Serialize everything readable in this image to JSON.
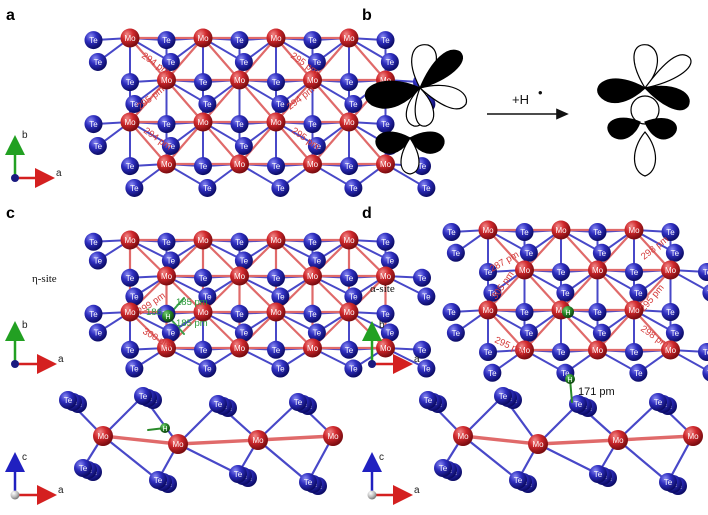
{
  "panels": {
    "a": "a",
    "b": "b",
    "c": "c",
    "d": "d"
  },
  "atoms": {
    "te": "Te",
    "mo": "Mo",
    "h": "H"
  },
  "axes": {
    "a": "a",
    "b": "b",
    "c": "c"
  },
  "panel_a": {
    "distances": [
      "294 pm",
      "295 pm",
      "294 pm",
      "295 pm",
      "294 pm",
      "295 pm"
    ]
  },
  "panel_b": {
    "reaction": "+H",
    "radical": "•"
  },
  "panel_c": {
    "site": "η-site",
    "distances_red": [
      "299 pm",
      "300 pm"
    ],
    "distances_green": [
      "185 pm",
      "185 pm",
      "186"
    ]
  },
  "panel_d": {
    "site": "α-site",
    "distances_red": [
      "287 pm",
      "305 pm",
      "295 pm",
      "298 pm",
      "295 pm",
      "298 pm"
    ],
    "distance_h": "171 pm"
  },
  "colors": {
    "mo": "#c8262a",
    "te": "#2a2ab4",
    "h": "#1f7a2a",
    "bond_red": "#e06a6a",
    "bond_blue": "#4848c8",
    "axis_a": "#d42020",
    "axis_b": "#22a022",
    "axis_c": "#2020c0"
  }
}
